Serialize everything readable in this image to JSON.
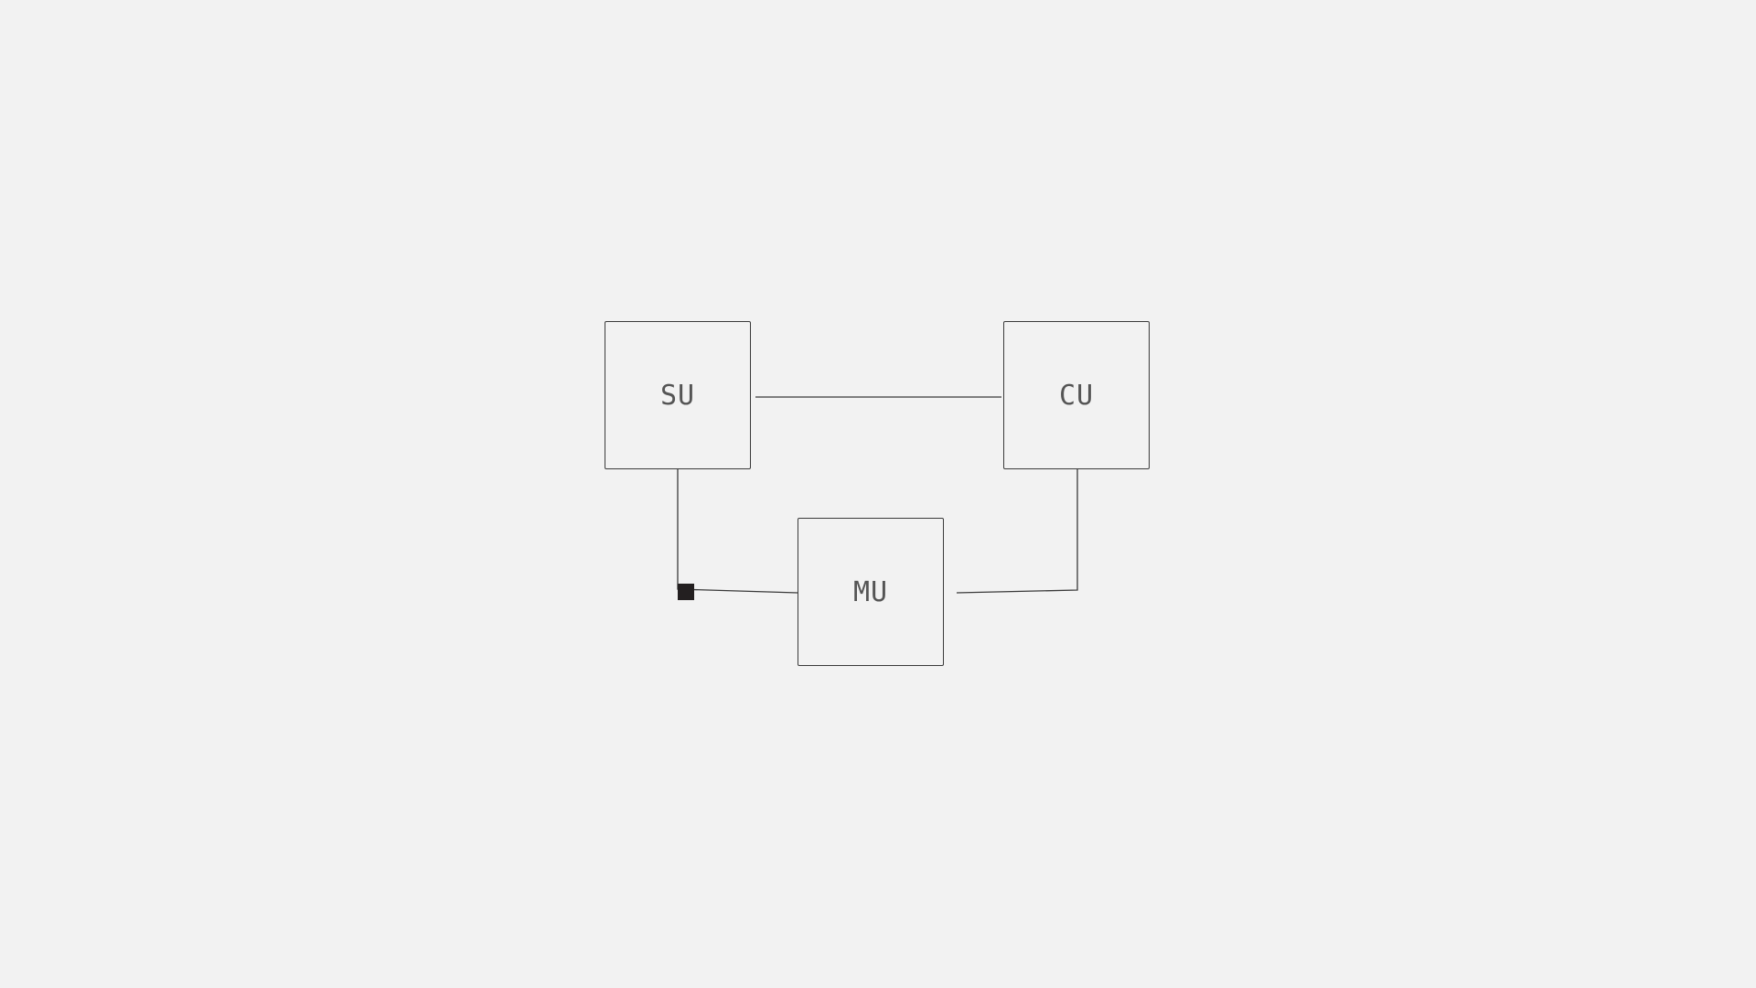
{
  "diagram": {
    "nodes": [
      {
        "id": "su",
        "label": "SU"
      },
      {
        "id": "cu",
        "label": "CU"
      },
      {
        "id": "mu",
        "label": "MU"
      }
    ],
    "edges": [
      {
        "from": "SU",
        "to": "CU"
      },
      {
        "from": "SU",
        "to": "MU"
      },
      {
        "from": "CU",
        "to": "MU"
      }
    ]
  }
}
